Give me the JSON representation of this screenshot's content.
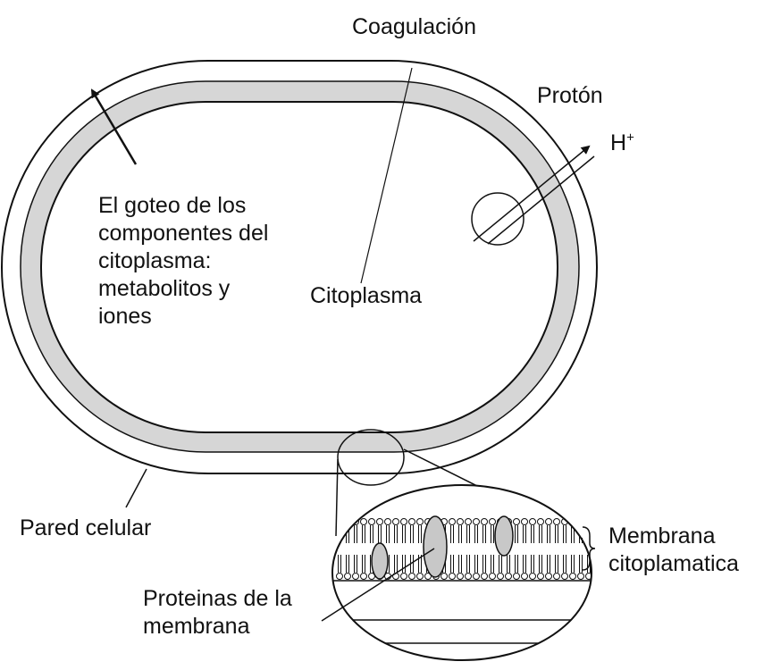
{
  "labels": {
    "coagulacion": "Coagulación",
    "proton": "Protón",
    "h": "H",
    "h_sup": "+",
    "goteo": [
      "El goteo de los",
      "componentes del",
      "citoplasma:",
      "metabolitos y",
      "iones"
    ],
    "citoplasma": "Citoplasma",
    "pared": "Pared celular",
    "membrana": [
      "Membrana",
      "citoplamatica"
    ],
    "proteinas": [
      "Proteinas de la",
      "membrana"
    ]
  },
  "colors": {
    "line": "#111111",
    "membrane_band": "#d6d6d6",
    "protein_fill": "#c8c8c8",
    "background": "#ffffff"
  }
}
